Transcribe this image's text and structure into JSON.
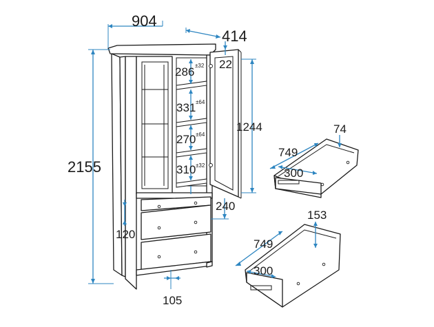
{
  "dimensions": {
    "width": "904",
    "depth": "414",
    "height": "2155",
    "door_depth": "22",
    "shelf_1": "286",
    "shelf_1_tol": "±32",
    "shelf_2": "331",
    "shelf_2_tol": "±64",
    "shelf_3": "270",
    "shelf_3_tol": "±64",
    "shelf_4": "310",
    "shelf_4_tol": "±32",
    "cabinet_height": "1244",
    "drawer_zone": "240",
    "base_height": "120",
    "leg_width": "105"
  },
  "drawer_small": {
    "width": "749",
    "depth": "300",
    "height": "74"
  },
  "drawer_large": {
    "width": "749",
    "depth": "300",
    "height": "153"
  },
  "colors": {
    "dimension_line": "#2e86c1",
    "outline": "#1a1a1a",
    "background": "#ffffff"
  }
}
